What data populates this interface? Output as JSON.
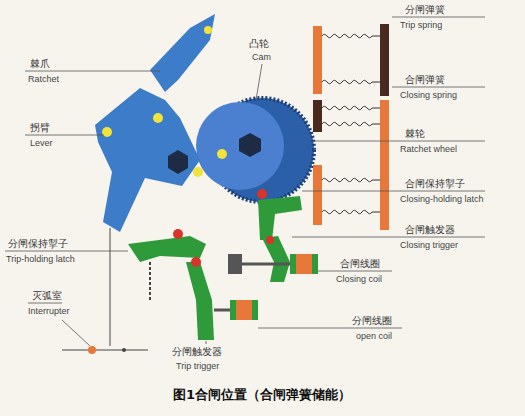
{
  "diagram": {
    "caption": "图1合闸位置（合闸弹簧储能）",
    "labels": [
      "分闸弹簧",
      "Trip spring",
      "凸轮",
      "Cam",
      "棘爪",
      "Ratchet",
      "合闸弹簧",
      "Closing spring",
      "拐臂",
      "Lever",
      "棘轮",
      "Ratchet wheel",
      "合闸保持掣子",
      "Closing-holding latch",
      "合闸触发器",
      "Closing trigger",
      "分闸保持掣子",
      "Trip-holding latch",
      "合闸线圈",
      "Closing coil",
      "灭弧室",
      "Interrupter",
      "分闸线圈",
      "open coil",
      "分闸触发器",
      "Trip trigger"
    ]
  }
}
